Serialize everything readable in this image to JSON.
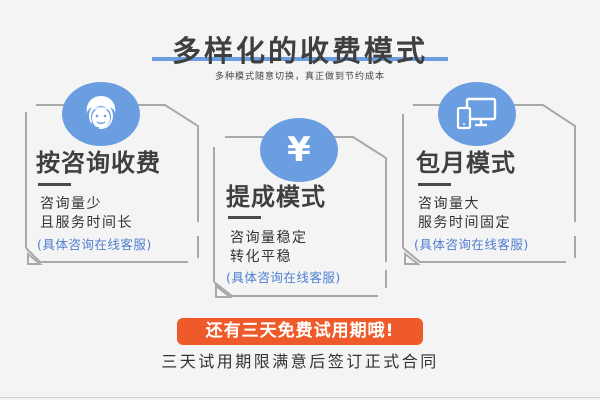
{
  "header": {
    "title": "多样化的收费模式",
    "subtitle": "多种模式随意切换，真正做到节约成本"
  },
  "cards": [
    {
      "icon": "customer-service-icon",
      "title": "按咨询收费",
      "lines": [
        "咨询量少",
        "且服务时间长"
      ],
      "note": "(具体咨询在线客服)"
    },
    {
      "icon": "yen-icon",
      "icon_glyph": "¥",
      "title": "提成模式",
      "lines": [
        "咨询量稳定",
        "转化平稳"
      ],
      "note": "(具体咨询在线客服)"
    },
    {
      "icon": "devices-icon",
      "title": "包月模式",
      "lines": [
        "咨询量大",
        "服务时间固定"
      ],
      "note": "(具体咨询在线客服)"
    }
  ],
  "promo": {
    "badge": "还有三天免费试用期哦!",
    "text": "三天试用期限满意后签订正式合同"
  },
  "colors": {
    "accent_blue": "#6a9ee0",
    "promo_orange": "#ef5a2a",
    "note_blue": "#4f7fd0",
    "text_dark": "#3f3f3f"
  }
}
